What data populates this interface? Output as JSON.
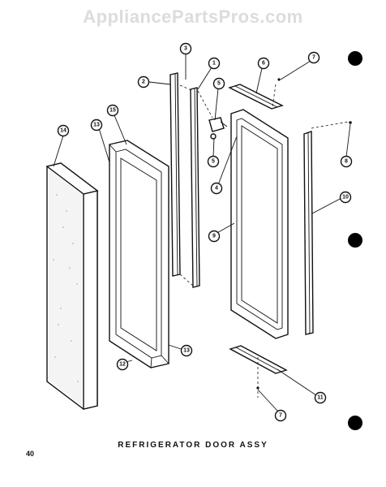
{
  "watermark": "AppliancePartsPros.com",
  "title": "REFRIGERATOR DOOR ASSY",
  "page_number": "40",
  "callouts": [
    {
      "id": "c1",
      "label": "1"
    },
    {
      "id": "c2",
      "label": "2"
    },
    {
      "id": "c3",
      "label": "3"
    },
    {
      "id": "c4",
      "label": "4"
    },
    {
      "id": "c5a",
      "label": "5"
    },
    {
      "id": "c5b",
      "label": "5"
    },
    {
      "id": "c6",
      "label": "6"
    },
    {
      "id": "c7a",
      "label": "7"
    },
    {
      "id": "c7b",
      "label": "7"
    },
    {
      "id": "c8",
      "label": "8"
    },
    {
      "id": "c9",
      "label": "9"
    },
    {
      "id": "c10",
      "label": "10"
    },
    {
      "id": "c11",
      "label": "11"
    },
    {
      "id": "c12",
      "label": "12"
    },
    {
      "id": "c13a",
      "label": "13"
    },
    {
      "id": "c13b",
      "label": "13"
    },
    {
      "id": "c14",
      "label": "14"
    },
    {
      "id": "c15",
      "label": "15"
    }
  ]
}
